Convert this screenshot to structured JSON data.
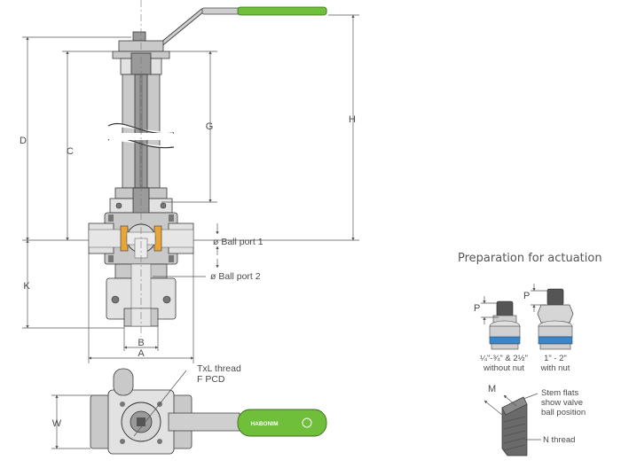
{
  "dimensions": {
    "D": "D",
    "C": "C",
    "G": "G",
    "H": "H",
    "K": "K",
    "B": "B",
    "A": "A",
    "W": "W",
    "P_left": "P",
    "P_right": "P",
    "M": "M"
  },
  "labels": {
    "ball_port_1": "ø Ball port 1",
    "ball_port_2": "ø Ball port 2",
    "txl_thread": "TxL thread",
    "f_pcd": "F PCD",
    "handle_brand": "HABONIM"
  },
  "actuation": {
    "title": "Preparation for actuation",
    "option_left_line1": "¼\"-¾\" & 2½\"",
    "option_left_line2": "without nut",
    "option_right_line1": "1\" - 2\"",
    "option_right_line2": "with nut",
    "stem_flats_line1": "Stem flats",
    "stem_flats_line2": "show valve",
    "stem_flats_line3": "ball position",
    "n_thread": "N thread"
  },
  "colors": {
    "handle_green": "#6fbf3a",
    "seat_orange": "#e8a53a",
    "ring_blue": "#3a86c8"
  }
}
